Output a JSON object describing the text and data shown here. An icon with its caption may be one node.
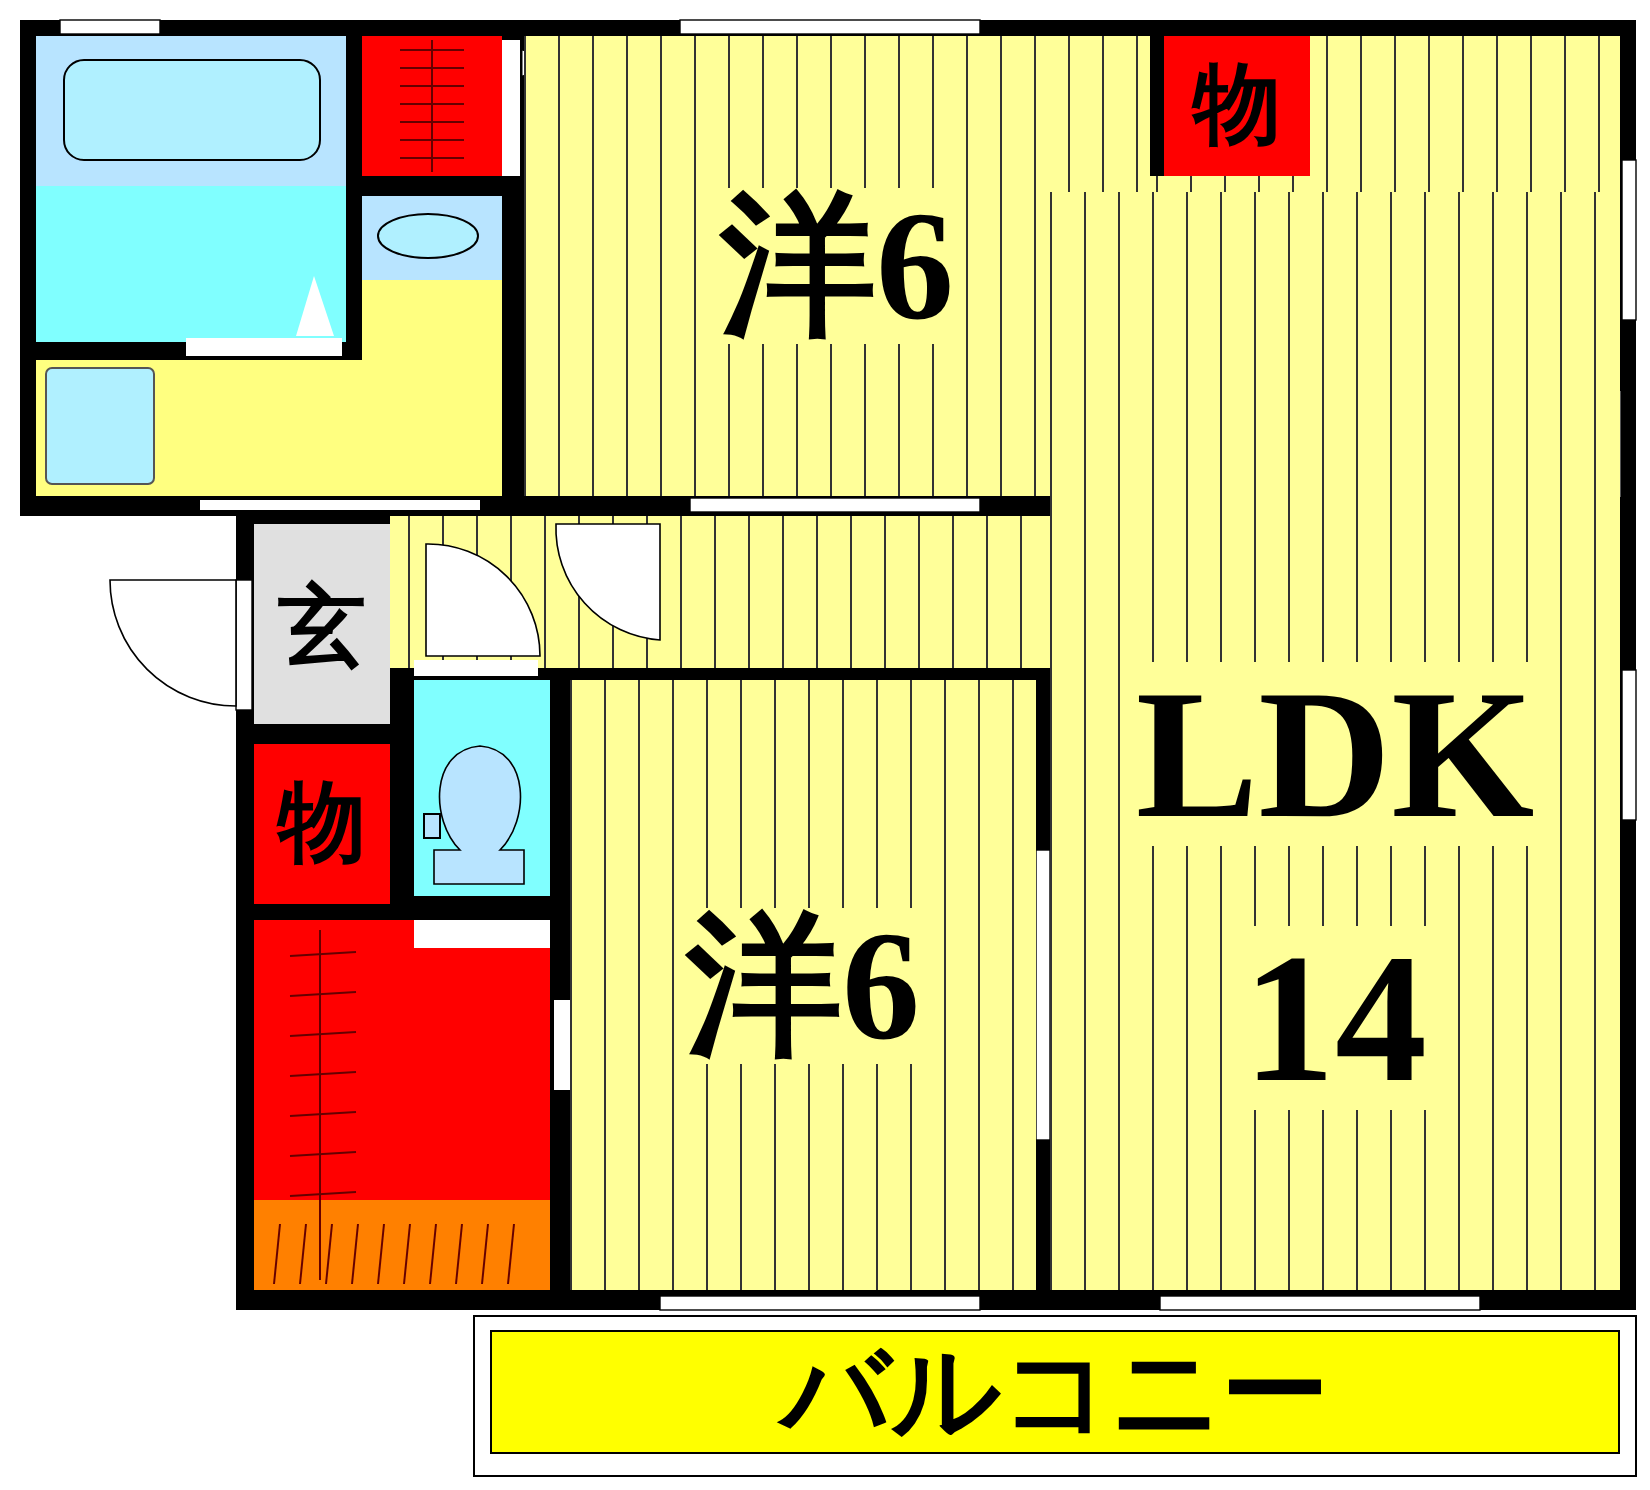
{
  "diagram": {
    "nodes": [
      {
        "text": [
          "洋6"
        ]
      },
      {
        "text": [
          "物"
        ]
      },
      {
        "text": [
          "玄"
        ]
      },
      {
        "text": [
          "LDK",
          "14"
        ]
      },
      {
        "text": [
          "物"
        ]
      },
      {
        "text": [
          "洋6"
        ]
      },
      {
        "text": [
          "バルコニー"
        ]
      }
    ]
  }
}
